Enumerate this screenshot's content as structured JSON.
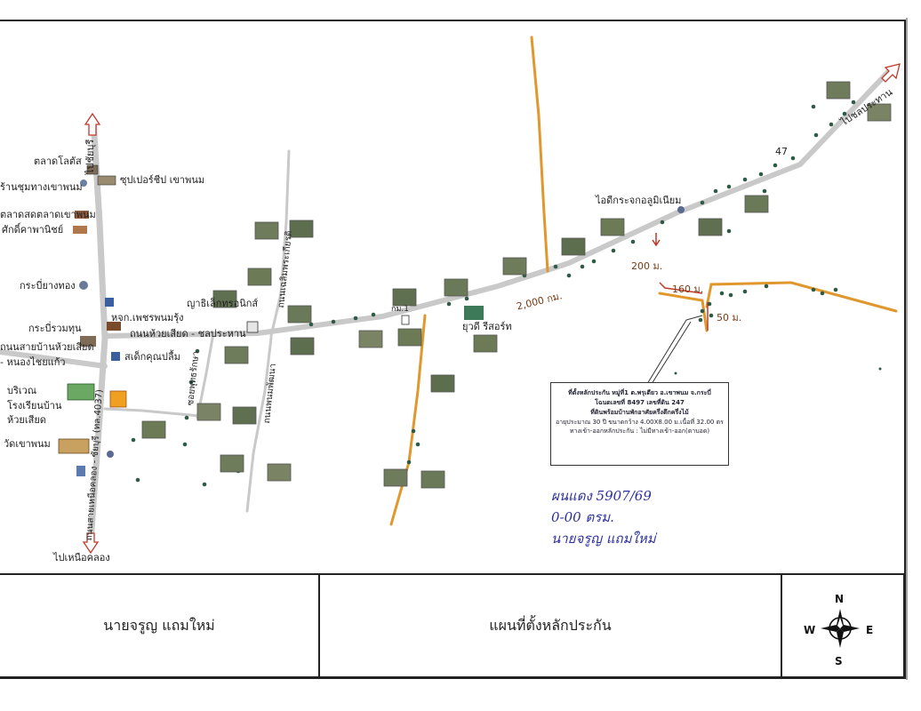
{
  "map": {
    "labels": {
      "to_chaiburi": "ไปชัยบุรี",
      "talad_lotus": "ตลาดโลตัส",
      "shop_chumthang": "ร้านชุมทางเขาพนม",
      "supercheap": "ซุปเปอร์ชีป เขาพนม",
      "talad_khaophanom": "ตลาดสดตลาดเขาพนม",
      "sakdikarn": "ศักดิ์คาพานิชย์",
      "krabi_yangthong": "กระบี่ยางทอง",
      "phet_phanom": "หจก.เพชรพนมรุ้ง",
      "nursery": "ญาธิเล็กทรอนิกส์",
      "road_huaisiad": "ถนนห้วยเสียด - ชลประหาน",
      "krabi_ruamthun": "กระบี่รวมทุน",
      "road_huaisiad_nongchaikaeo": "ถนนสายบ้านห้วยเสียด - หนองไชยแก้ว",
      "sadek_khunpluem": "สเด็กคุณปลื้ม",
      "school_area": "บริเวณโรงเรียนบ้านห้วยเสียด",
      "wat_khaophanom": "วัดเขาพนม",
      "road_nuakhlong": "ถนนสายเหนือคลอง - ชัยบุรี (ทล.4037)",
      "to_nuakhlong": "ไปเหนือคลอง",
      "road_chalerm": "ถนนเฉลิมพระเกียรติ",
      "road_phanom": "ถนนพนมพัฒนา",
      "road_soi": "ซอยพุทธรักษา",
      "km_marker": "กม.1",
      "resort": "ยุวดี รีสอร์ท",
      "aluminium": "ไอดีกระจกอลูมิเนียม",
      "to_chonprathan": "ไปชลประทาน",
      "marker_47": "47"
    },
    "distances": {
      "d2000": "2,000 กม.",
      "d200": "200 ม.",
      "d160": "160 ม.",
      "d50": "50 ม."
    },
    "infobox": {
      "line1": "ที่ตั้งหลักประกัน หมู่ที่1 ต.พรุเตียว อ.เขาพนม จ.กระบี่",
      "line2": "โฉนดเลขที่ 8497  เลขที่ดิน 247",
      "line3": "ที่ดินพร้อมบ้านพักอาศัยครึ่งตึกครึ่งไม้",
      "line4": "อายุประมาณ  30  ปี  ขนาดกว้าง 4.00X8.00 ม.เนื้อที่ 32.00 ตร.ม.",
      "line5": "ทางเข้า-ออกหลักประกัน : ไม่มีทางเข้า-ออก(ตาบอด)"
    },
    "handwriting": {
      "line1": "ผนแดง 5907/69",
      "line2": "0-00 ตรม.",
      "line3": "นายจรูญ แถมใหม่"
    },
    "colors": {
      "road": "#c9c9c9",
      "track": "#e0972e",
      "tree": "#2f5a46",
      "frame": "#222222"
    }
  },
  "footer": {
    "owner": "นายจรูญ  แถมใหม่",
    "title": "แผนที่ตั้งหลักประกัน",
    "compass": {
      "n": "N",
      "s": "S",
      "e": "E",
      "w": "W"
    }
  }
}
